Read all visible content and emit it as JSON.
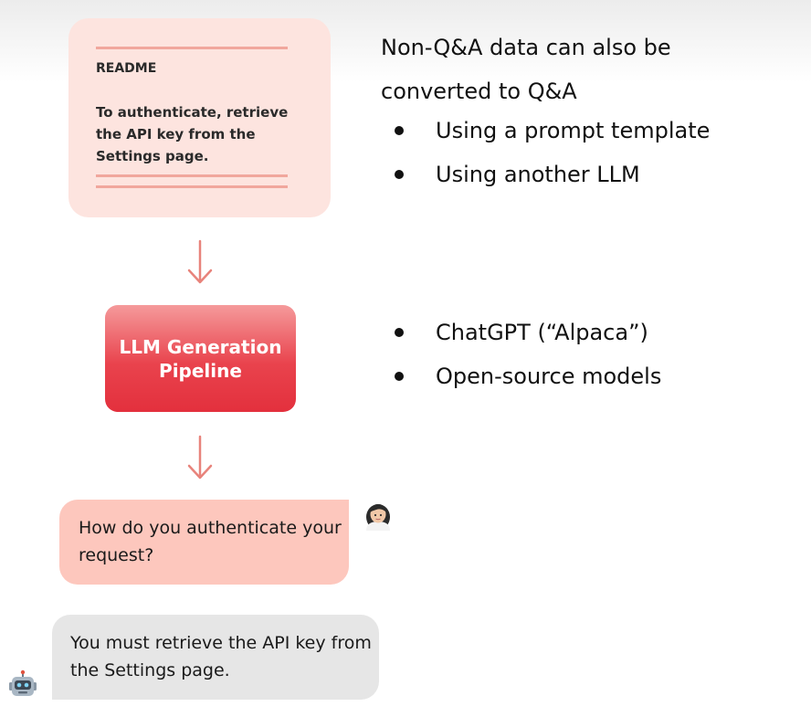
{
  "readme": {
    "title": "README",
    "body": "To authenticate, retrieve the API key from the Settings page."
  },
  "pipeline": {
    "label": "LLM Generation Pipeline"
  },
  "heading": "Non-Q&A data can also be converted to Q&A",
  "bullets_top": [
    "Using a prompt template",
    "Using another LLM"
  ],
  "bullets_bottom": [
    "ChatGPT (“Alpaca”)",
    "Open-source models"
  ],
  "chat": {
    "question": "How do you authenticate your request?",
    "answer": "You must retrieve the API key from the Settings page."
  },
  "colors": {
    "readme_bg": "#fde4df",
    "rule": "#f1a79d",
    "arrow": "#e8837b",
    "pipeline_top": "#f59a9b",
    "pipeline_bottom": "#e3303d",
    "question_bg": "#fdc7bd",
    "answer_bg": "#e6e6e6"
  },
  "icons": {
    "user": "user-avatar-icon",
    "bot": "robot-icon"
  }
}
